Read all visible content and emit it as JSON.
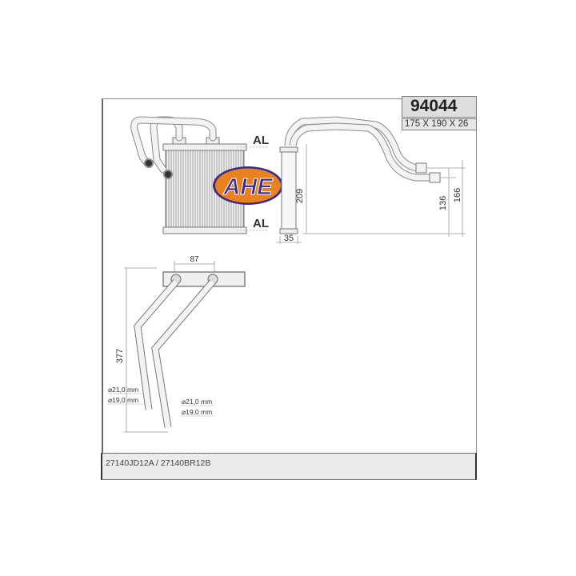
{
  "header": {
    "part_number": "94044",
    "dimensions": "175 X 190 X 26"
  },
  "logo": {
    "text": "AHE",
    "fill_color": "#e8821e",
    "text_color": "#3a2a8c"
  },
  "materials": {
    "top_label": "AL",
    "bottom_label": "AL"
  },
  "side_view": {
    "height_label": "209",
    "depth_label": "35",
    "outlet_height_1": "136",
    "outlet_height_2": "166"
  },
  "top_view": {
    "pipe_spacing": "87",
    "pipe_length": "377",
    "left_pipe": {
      "outer_diameter": "⌀21,0 mm",
      "inner_diameter": "⌀19,0 mm"
    },
    "right_pipe": {
      "outer_diameter": "⌀21,0 mm",
      "inner_diameter": "⌀19,0 mm"
    }
  },
  "footer": {
    "oem_numbers": "27140JD12A / 27140BR12B"
  }
}
